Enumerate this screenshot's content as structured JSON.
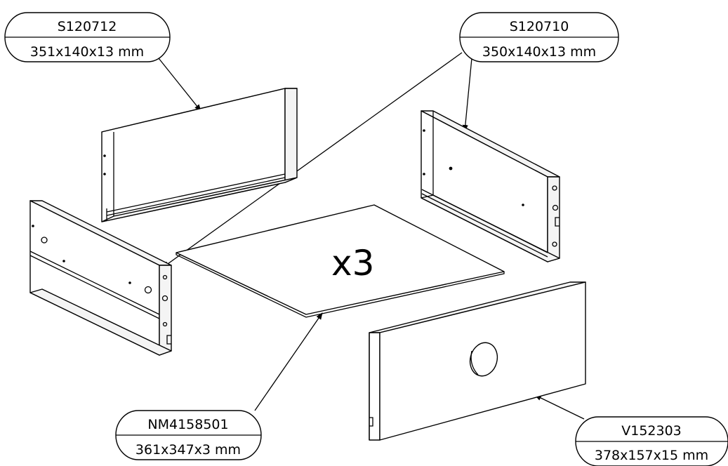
{
  "labels": [
    {
      "part": "S120712",
      "dims": "351x140x13 mm"
    },
    {
      "part": "S120710",
      "dims": "350x140x13 mm"
    },
    {
      "part": "NM4158501",
      "dims": "361x347x3 mm"
    },
    {
      "part": "V152303",
      "dims": "378x157x15 mm"
    }
  ],
  "quantity": "x3"
}
